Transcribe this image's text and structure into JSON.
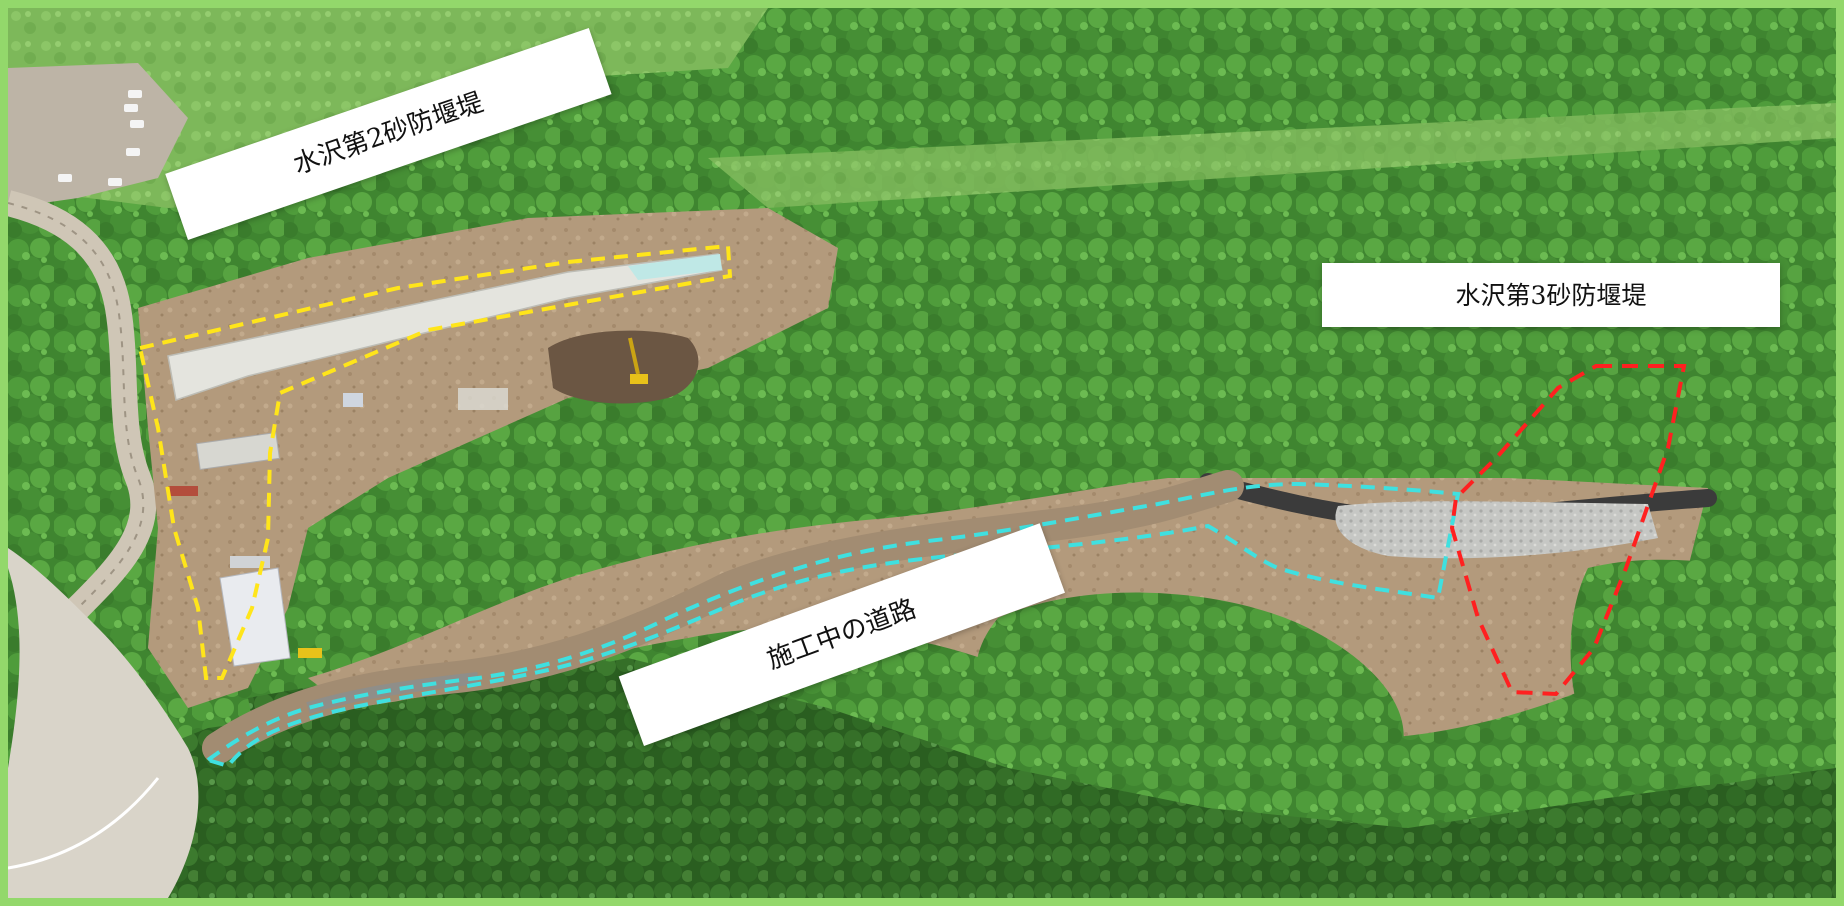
{
  "labels": {
    "dam2": "水沢第2砂防堰堤",
    "dam3": "水沢第3砂防堰堤",
    "road": "施工中の道路"
  },
  "colors": {
    "frame": "#93d86b",
    "forest_dark": "#2f6d24",
    "forest_mid": "#4e9a3a",
    "forest_light": "#6fb84f",
    "grass": "#8fc66b",
    "soil": "#b49a7a",
    "soil_dark": "#7a6550",
    "gravel": "#c9c9c4",
    "water": "#3a3a3a",
    "concrete": "#e8e8e2",
    "outline_yellow": "#ffe51a",
    "outline_cyan": "#3fe0e0",
    "outline_red": "#ff2020"
  }
}
